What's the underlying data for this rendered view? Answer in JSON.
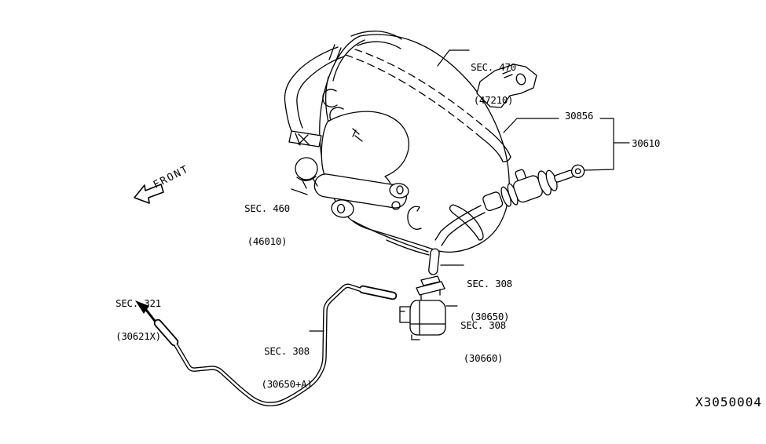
{
  "diagram": {
    "front_arrow_label": "FRONT",
    "drawing_code": "X3050004",
    "colors": {
      "line": "#000000",
      "background": "#ffffff"
    },
    "callouts": {
      "sec470_line1": "SEC. 470",
      "sec470_line2": "(47210)",
      "part_30856": "30856",
      "part_30610": "30610",
      "sec460_line1": "SEC. 460",
      "sec460_line2": "(46010)",
      "sec308_30650_line1": "SEC. 308",
      "sec308_30650_line2": "(30650)",
      "sec308_30660_line1": "SEC. 308",
      "sec308_30660_line2": "(30660)",
      "sec321_line1": "SEC. 321",
      "sec321_line2": "(30621X)",
      "sec308_30650a_line1": "SEC. 308",
      "sec308_30650a_line2": "(30650+A)"
    }
  }
}
